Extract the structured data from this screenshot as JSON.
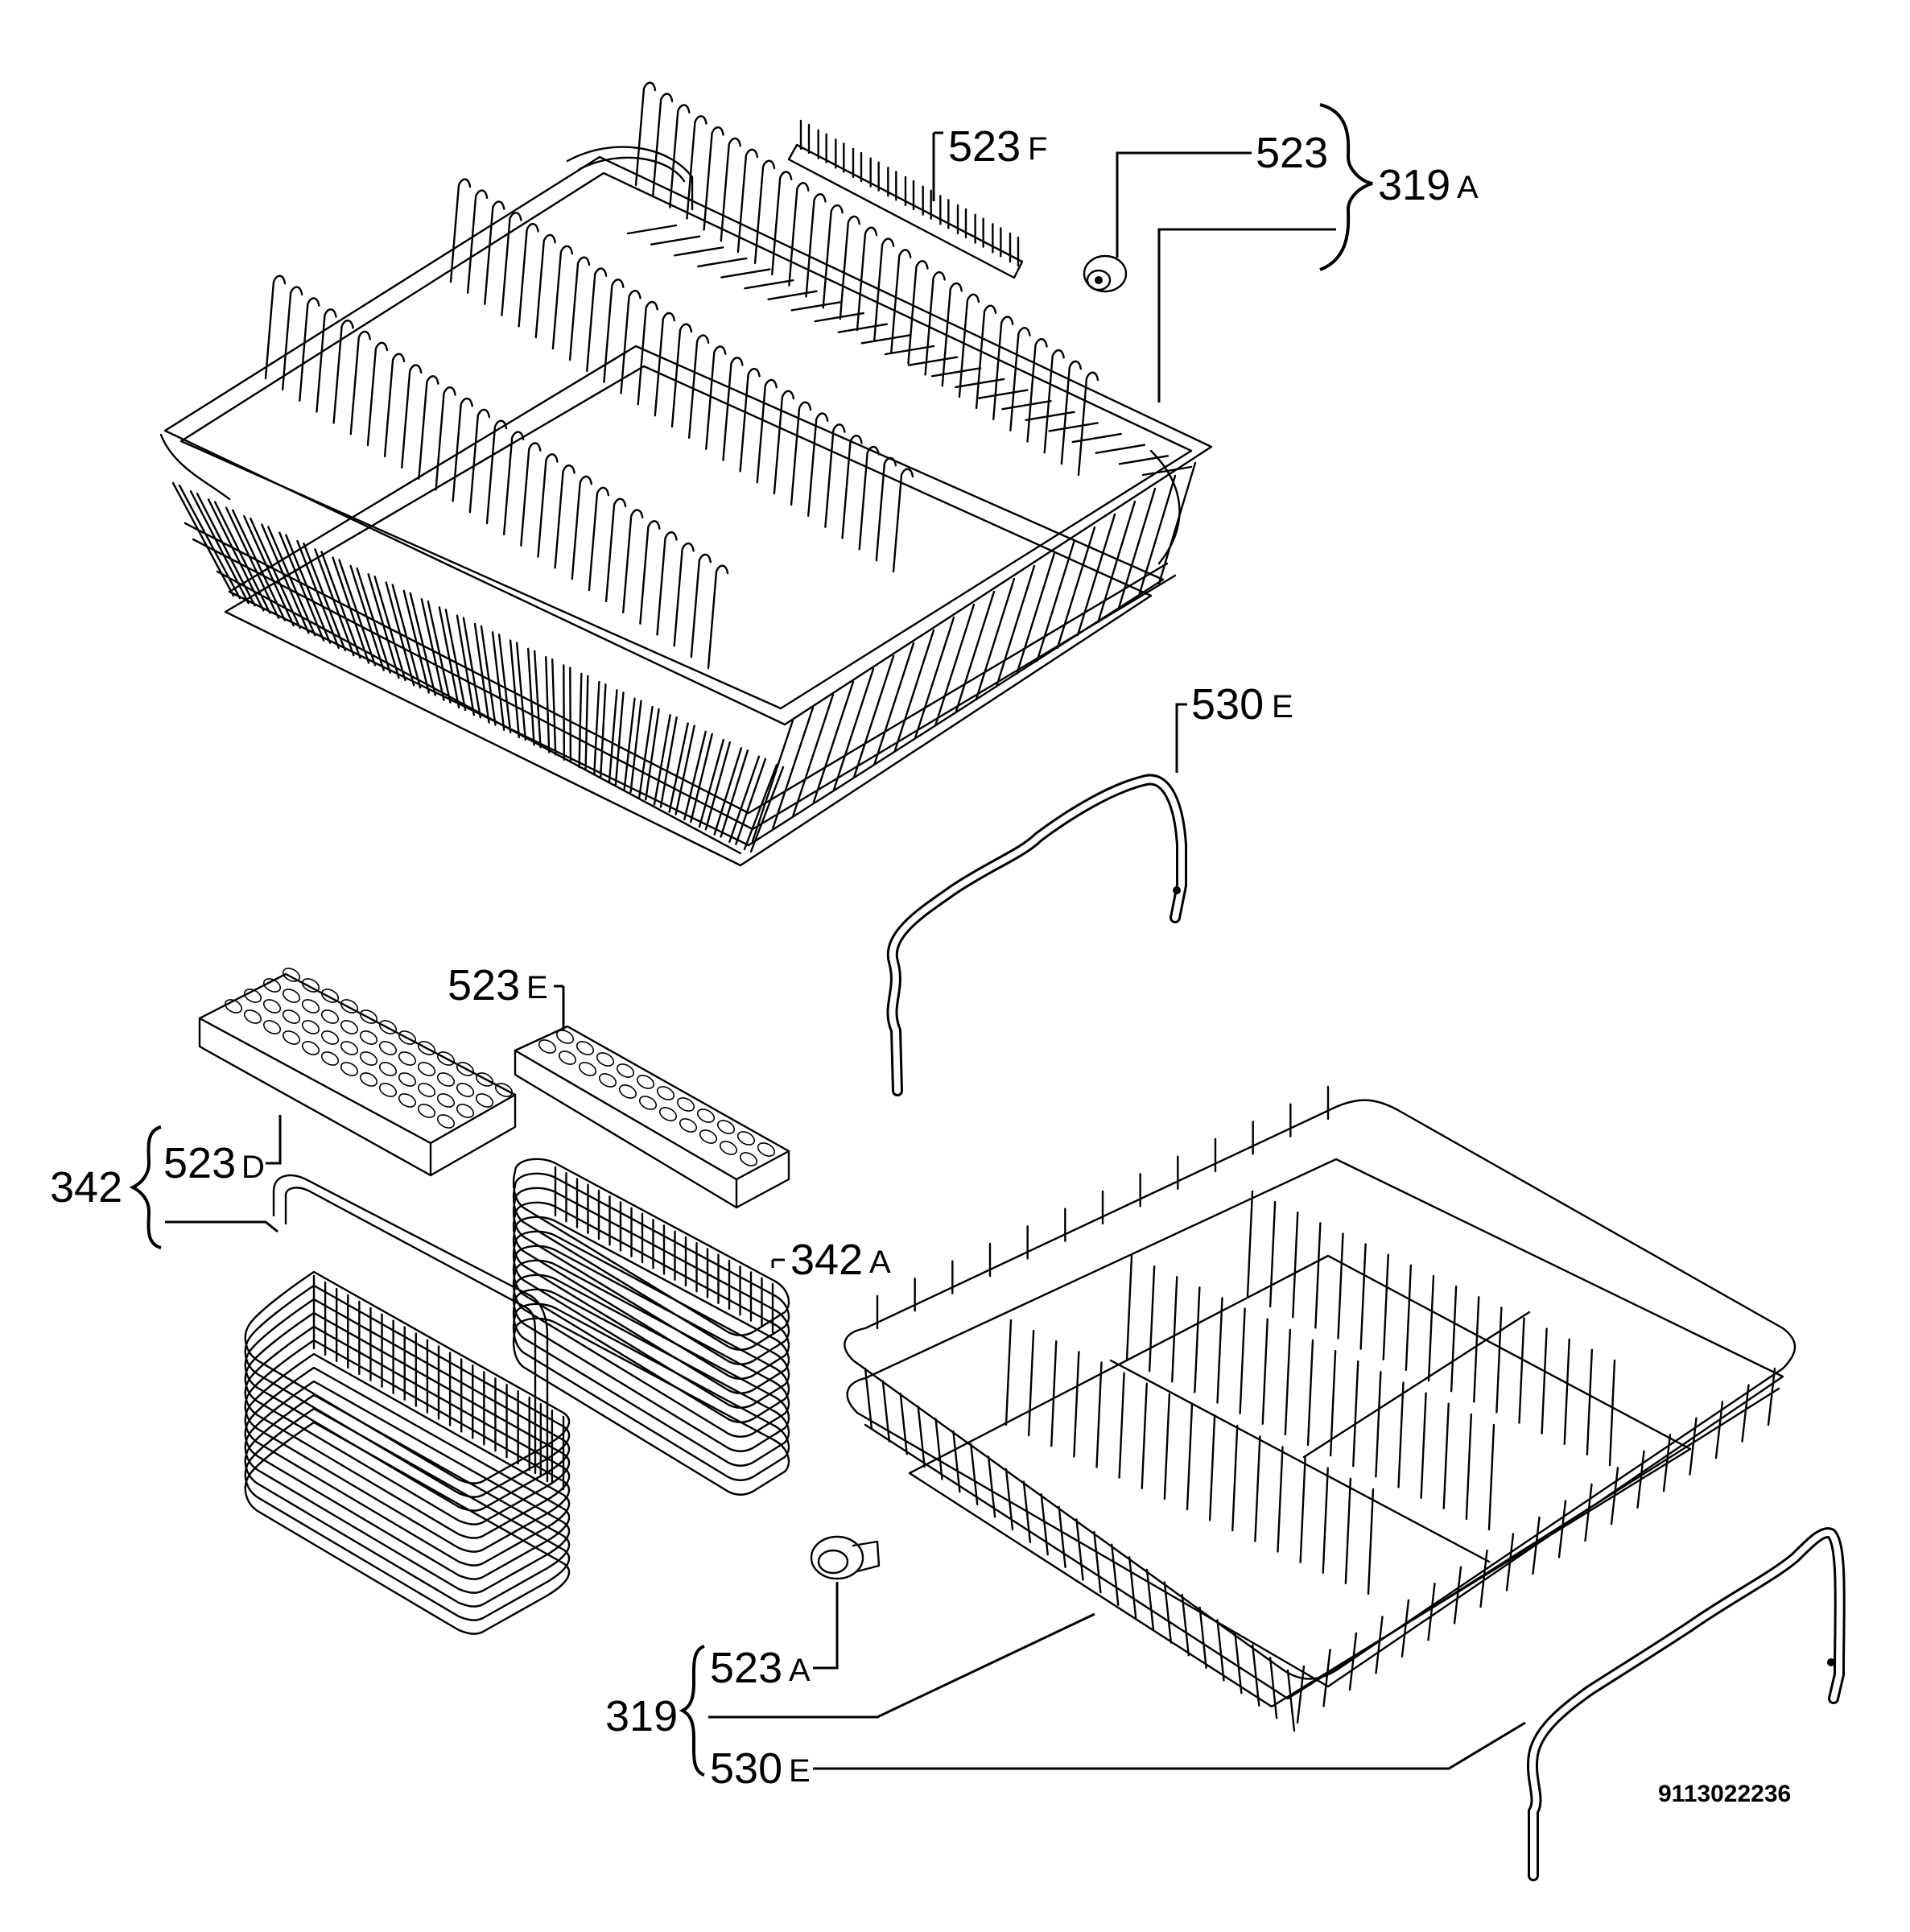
{
  "labels": {
    "p523F": {
      "num": "523",
      "suffix": "F"
    },
    "p523": {
      "num": "523",
      "suffix": ""
    },
    "p319A": {
      "num": "319",
      "suffix": "A"
    },
    "p530E_top": {
      "num": "530",
      "suffix": "E"
    },
    "p523E": {
      "num": "523",
      "suffix": "E"
    },
    "p342": {
      "num": "342",
      "suffix": ""
    },
    "p523D": {
      "num": "523",
      "suffix": "D"
    },
    "p342A": {
      "num": "342",
      "suffix": "A"
    },
    "p523A": {
      "num": "523",
      "suffix": "A"
    },
    "p319": {
      "num": "319",
      "suffix": ""
    },
    "p530E_bottom": {
      "num": "530",
      "suffix": "E"
    }
  },
  "drawing_number": "9113022236"
}
